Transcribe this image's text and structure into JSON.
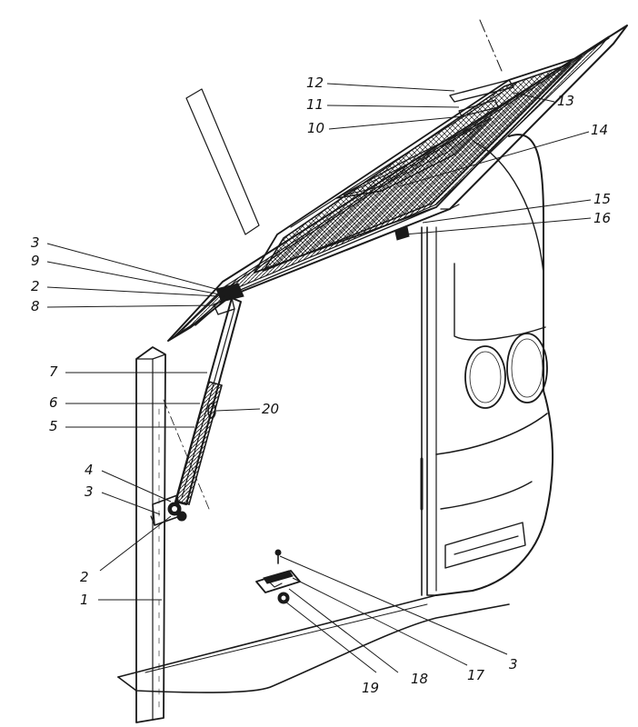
{
  "colors": {
    "ink": "#1a1a1a",
    "paper": "#ffffff"
  },
  "callouts": [
    {
      "id": "c12",
      "label": "12"
    },
    {
      "id": "c11",
      "label": "11"
    },
    {
      "id": "c10",
      "label": "10"
    },
    {
      "id": "c13",
      "label": "13"
    },
    {
      "id": "c14",
      "label": "14"
    },
    {
      "id": "c15",
      "label": "15"
    },
    {
      "id": "c16",
      "label": "16"
    },
    {
      "id": "c3a",
      "label": "3"
    },
    {
      "id": "c9",
      "label": "9"
    },
    {
      "id": "c2a",
      "label": "2"
    },
    {
      "id": "c8",
      "label": "8"
    },
    {
      "id": "c7",
      "label": "7"
    },
    {
      "id": "c6",
      "label": "6"
    },
    {
      "id": "c5",
      "label": "5"
    },
    {
      "id": "c20",
      "label": "20"
    },
    {
      "id": "c4",
      "label": "4"
    },
    {
      "id": "c3b",
      "label": "3"
    },
    {
      "id": "c2b",
      "label": "2"
    },
    {
      "id": "c1",
      "label": "1"
    },
    {
      "id": "c19",
      "label": "19"
    },
    {
      "id": "c18",
      "label": "18"
    },
    {
      "id": "c17",
      "label": "17"
    },
    {
      "id": "c3c",
      "label": "3"
    }
  ]
}
